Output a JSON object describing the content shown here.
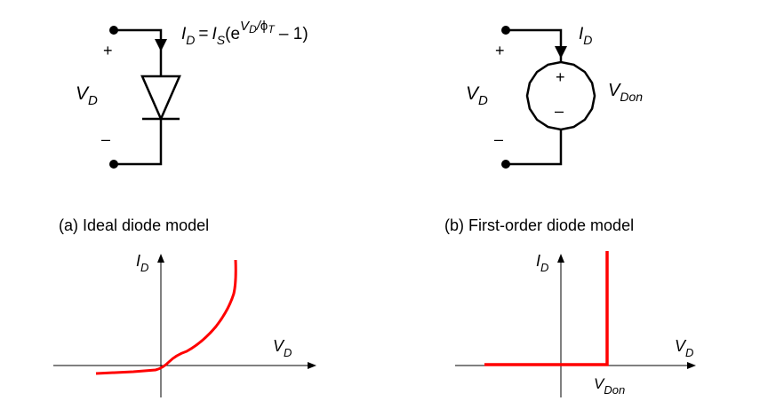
{
  "panel_a": {
    "caption": "(a) Ideal diode model",
    "current_label": "I",
    "current_sub": "D",
    "equation": {
      "lhs": "I",
      "lhs_sub": "D",
      "eq": "=",
      "is": "I",
      "is_sub": "S",
      "open": "(e",
      "exp1": "V",
      "exp1_sub": "D",
      "exp_slash": "/",
      "exp_phi": "ϕ",
      "exp2": "T",
      "tail": " – 1)"
    },
    "plus": "+",
    "minus": "–",
    "voltage_label": "V",
    "voltage_sub": "D",
    "plot": {
      "y_label": "I",
      "y_sub": "D",
      "x_label": "V",
      "x_sub": "D",
      "curve_color": "#ff0000"
    }
  },
  "panel_b": {
    "caption": "(b) First-order diode model",
    "current_label": "I",
    "current_sub": "D",
    "plus": "+",
    "minus": "–",
    "source_plus": "+",
    "source_minus": "–",
    "voltage_label": "V",
    "voltage_sub": "D",
    "source_label": "V",
    "source_sub": "Don",
    "plot": {
      "y_label": "I",
      "y_sub": "D",
      "x_label": "V",
      "x_sub": "D",
      "tick_label": "V",
      "tick_sub": "Don",
      "curve_color": "#ff0000"
    }
  }
}
